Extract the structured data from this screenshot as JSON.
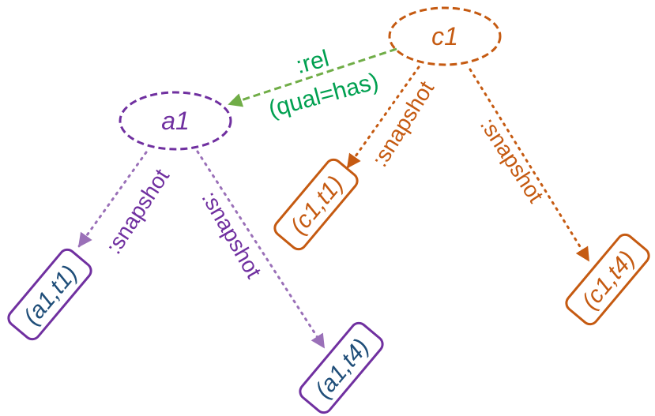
{
  "colors": {
    "purple": "#7030A0",
    "orange": "#C55A11",
    "green": "#70AD47",
    "greenText": "#00A050",
    "blueText": "#1F4E79",
    "purpleArrow": "#9A70B8",
    "orangeArrow": "#C55A11"
  },
  "nodes": {
    "a1": {
      "label": "a1"
    },
    "c1": {
      "label": "c1"
    }
  },
  "snapshots": {
    "a1_t1": "(a1,t1)",
    "a1_t4": "(a1,t4)",
    "c1_t1": "(c1,t1)",
    "c1_t4": "(c1,t4)"
  },
  "edges": {
    "rel_label": ":rel",
    "rel_qual": "(qual=has)",
    "snapshot_label": ":snapshot"
  }
}
